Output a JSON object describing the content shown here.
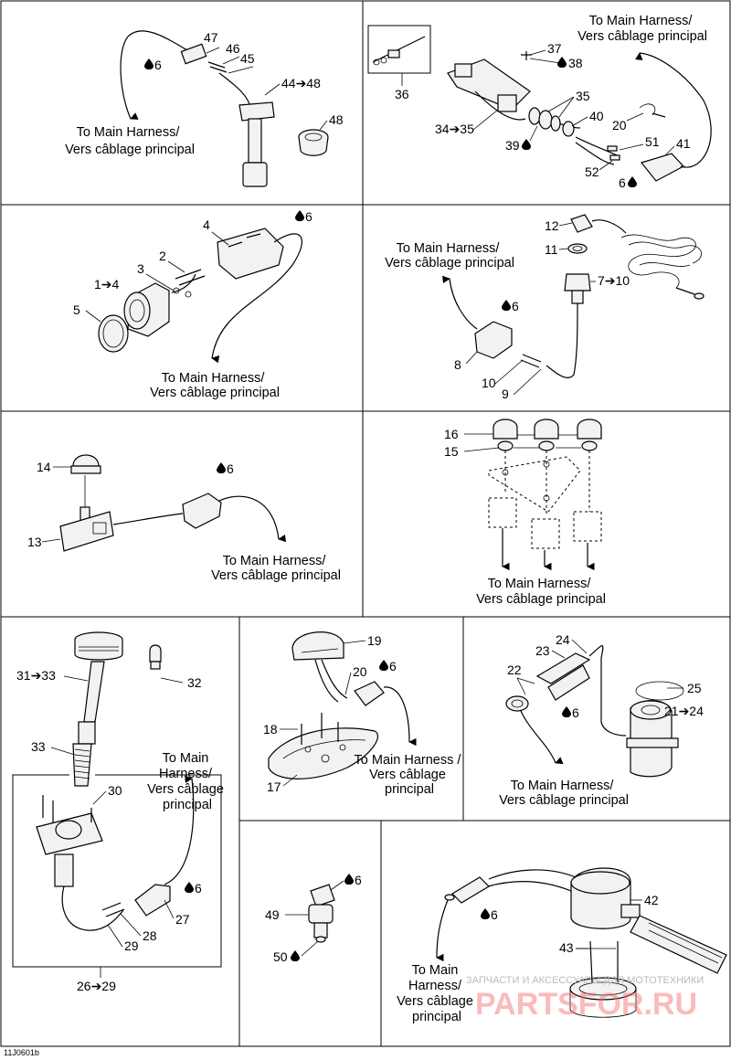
{
  "harness_label": [
    "To Main Harness/",
    "Vers câblage principal"
  ],
  "harness_label_spaced": [
    "To Main Harness /",
    "Vers câblage",
    "principal"
  ],
  "harness_label_4line": [
    "To Main",
    "Harness/",
    "Vers câblage",
    "principal"
  ],
  "harness_label_3line": [
    "To Main Harness/",
    "Vers câblage",
    "principal"
  ],
  "drop_icon": "oil-drop-icon",
  "callouts": {
    "p1": [
      "47",
      "46",
      "45",
      "44➔48",
      "48",
      "6"
    ],
    "p2": [
      "37",
      "38",
      "35",
      "36",
      "40",
      "34➔35",
      "20",
      "39",
      "51",
      "41",
      "52",
      "6"
    ],
    "p3": [
      "4",
      "6",
      "2",
      "3",
      "1➔4",
      "5"
    ],
    "p4": [
      "12",
      "11",
      "7➔10",
      "6",
      "8",
      "10",
      "9"
    ],
    "p5": [
      "14",
      "6",
      "13"
    ],
    "p6": [
      "16",
      "15"
    ],
    "p7": [
      "31➔33",
      "32",
      "33",
      "30",
      "6",
      "27",
      "28",
      "29",
      "26➔29"
    ],
    "p8": [
      "19",
      "20",
      "6",
      "18",
      "17"
    ],
    "p9": [
      "24",
      "23",
      "22",
      "25",
      "21➔24",
      "6"
    ],
    "p10": [
      "6",
      "49",
      "50"
    ],
    "p11": [
      "42",
      "6",
      "43"
    ]
  },
  "watermark": {
    "top_text": "ЗАПЧАСТИ И АКСЕССУАРЫ ДЛЯ МОТОТЕХНИКИ",
    "brand_text": "PARTSFOR.RU"
  },
  "figure_code": "11J0601b"
}
